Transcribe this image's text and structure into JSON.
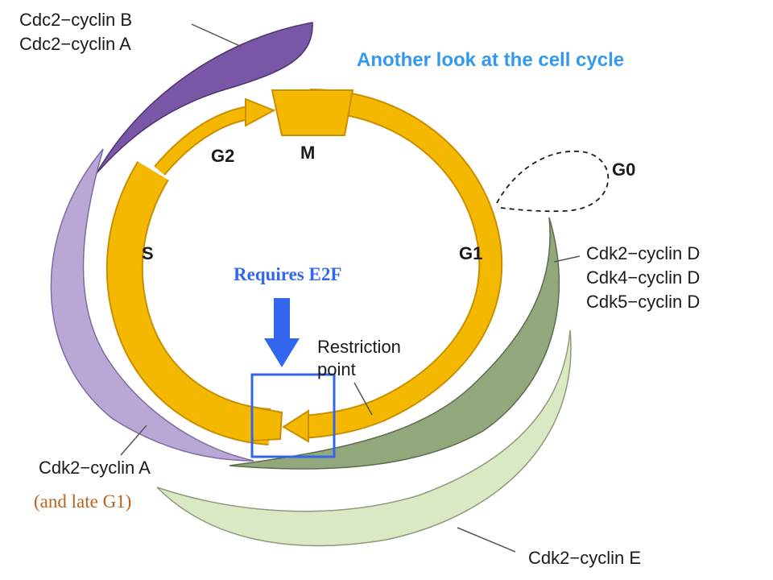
{
  "title": "Another look at the cell cycle",
  "phases": {
    "m": "M",
    "g1": "G1",
    "g2": "G2",
    "s": "S",
    "g0": "G0"
  },
  "complexes": {
    "cdc2_b": "Cdc2−cyclin B",
    "cdc2_a": "Cdc2−cyclin A",
    "cdk2_d": "Cdk2−cyclin D",
    "cdk4_d": "Cdk4−cyclin D",
    "cdk5_d": "Cdk5−cyclin D",
    "cdk2_a": "Cdk2−cyclin A",
    "cdk2_e": "Cdk2−cyclin E"
  },
  "restriction_point": {
    "line1": "Restriction",
    "line2": "point"
  },
  "annotations": {
    "requires": "Requires E2F",
    "late_g1": "(and late G1)"
  },
  "colors": {
    "cycle": "#f5b800",
    "cycle_stroke": "#c98f00",
    "cyclin_b": "#7a56a6",
    "cyclin_a": "#b9a8d6",
    "cyclin_d": "#93a77c",
    "cyclin_e": "#dbe8c4",
    "highlight": "#3366ee",
    "title": "#3399ee",
    "late_g1": "#b8621e"
  }
}
